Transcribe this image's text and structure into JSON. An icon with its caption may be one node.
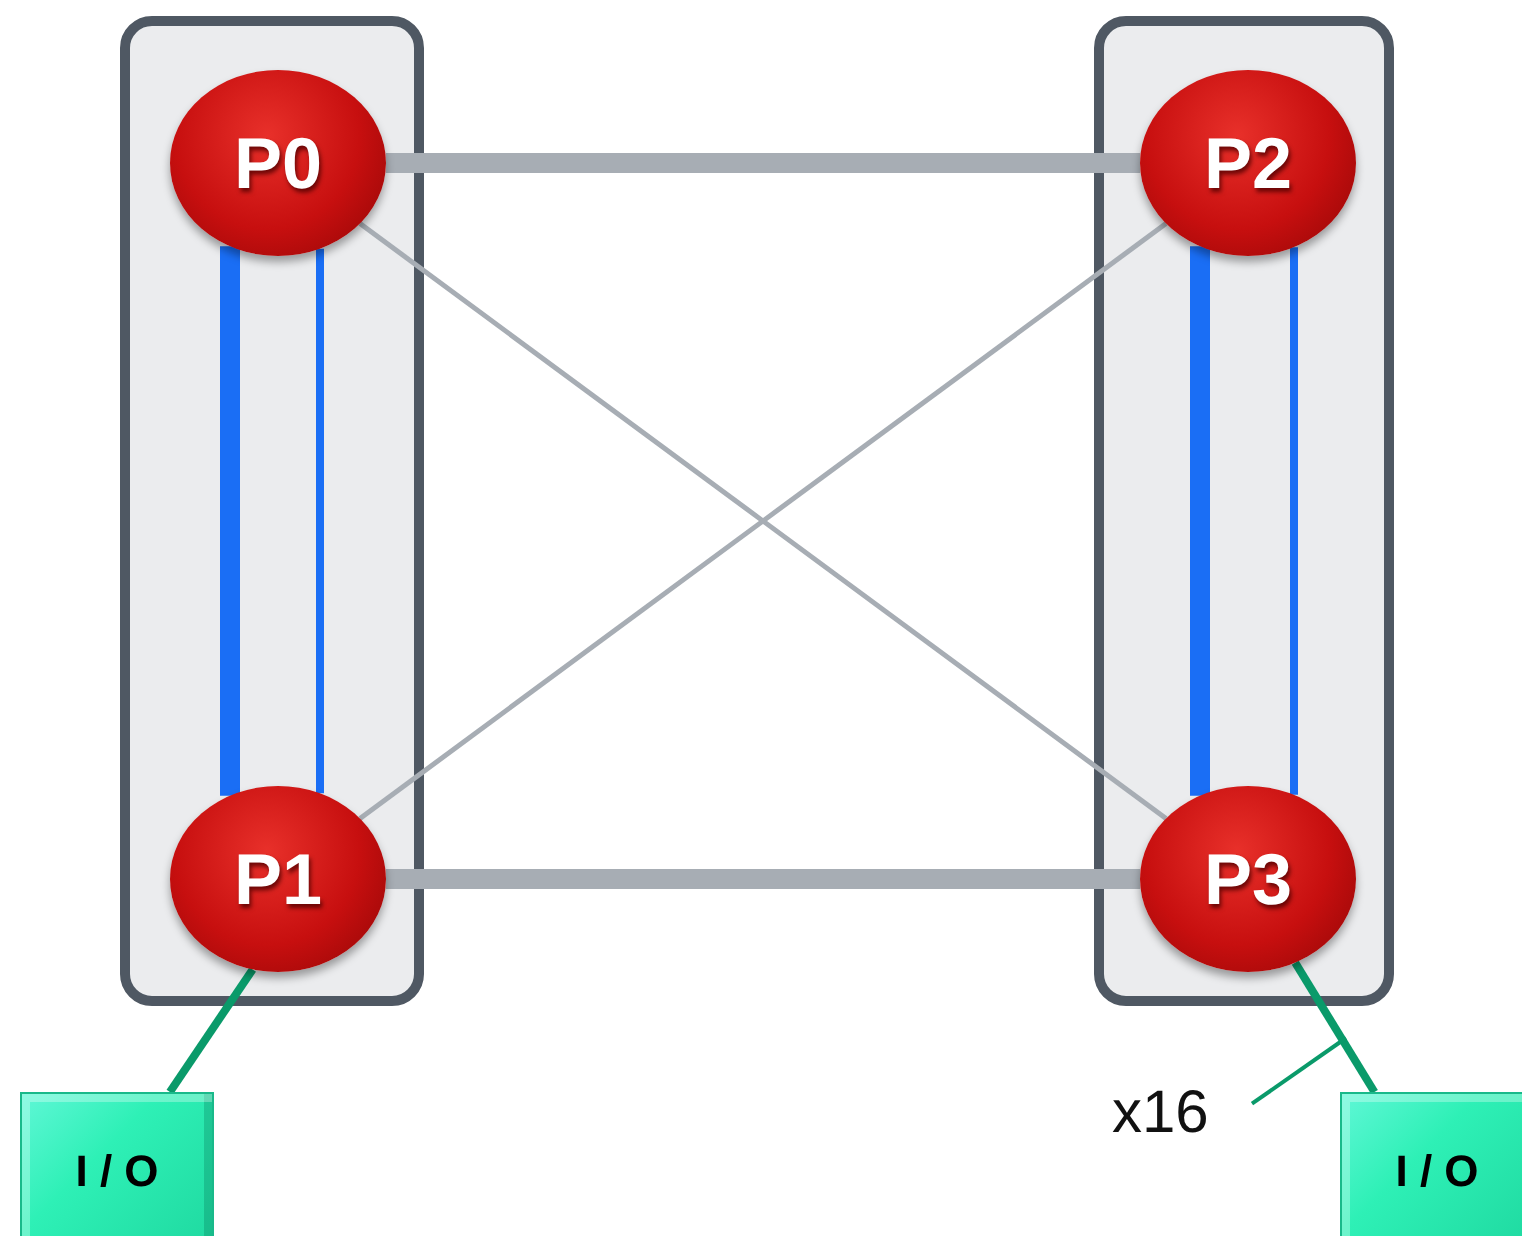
{
  "diagram": {
    "nodes": [
      {
        "text": [],
        "shape": "box"
      },
      {
        "text": [
          "P0"
        ],
        "in": 0
      },
      {
        "text": [
          "P1"
        ],
        "in": 0
      },
      {
        "text": [],
        "shape": "box"
      },
      {
        "text": [
          "P2"
        ],
        "in": 3
      },
      {
        "text": [
          "P3"
        ],
        "in": 3
      },
      {
        "text": [
          "I / O"
        ]
      },
      {
        "text": [
          "I / O"
        ]
      },
      {
        "text": [
          "x16"
        ]
      }
    ],
    "edges": [
      {
        "from": 1,
        "to": 4,
        "arrow": "none",
        "style": "thick"
      },
      {
        "from": 2,
        "to": 5,
        "arrow": "none",
        "style": "thick"
      },
      {
        "from": 1,
        "to": 5,
        "arrow": "none"
      },
      {
        "from": 2,
        "to": 4,
        "arrow": "none"
      },
      {
        "from": 1,
        "to": 2,
        "arrow": "none",
        "style": "thick",
        "color": "#1a6ef5"
      },
      {
        "from": 1,
        "to": 2,
        "arrow": "none",
        "color": "#1a6ef5"
      },
      {
        "from": 4,
        "to": 5,
        "arrow": "none",
        "style": "thick",
        "color": "#1a6ef5"
      },
      {
        "from": 4,
        "to": 5,
        "arrow": "none",
        "color": "#1a6ef5"
      },
      {
        "from": 2,
        "to": 6,
        "arrow": "none",
        "color": "#0a9a6a"
      },
      {
        "from": 5,
        "to": 7,
        "arrow": "none",
        "color": "#0a9a6a"
      },
      {
        "from": 8,
        "to": null,
        "arrow": "none",
        "color": "#0a9a6a"
      }
    ]
  }
}
